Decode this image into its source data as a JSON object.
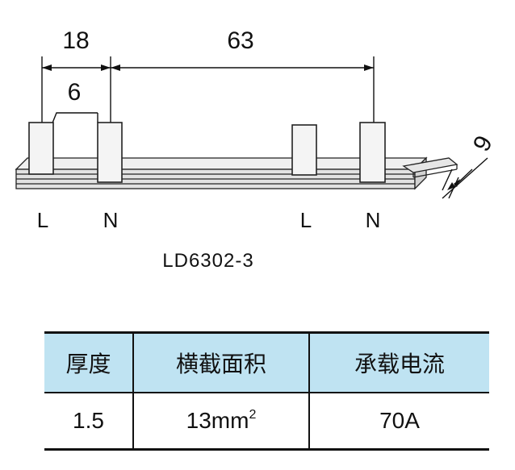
{
  "diagram": {
    "model": "LD6302-3",
    "dimensions": {
      "pitch": "18",
      "span": "63",
      "pin_width": "6",
      "height": "9"
    },
    "pin_labels": [
      "L",
      "N",
      "L",
      "N"
    ]
  },
  "spec_table": {
    "headers": [
      "厚度",
      "横截面积",
      "承载电流"
    ],
    "row": {
      "thickness": "1.5",
      "area": "13mm",
      "area_unit_sup": "2",
      "current": "70A"
    }
  }
}
